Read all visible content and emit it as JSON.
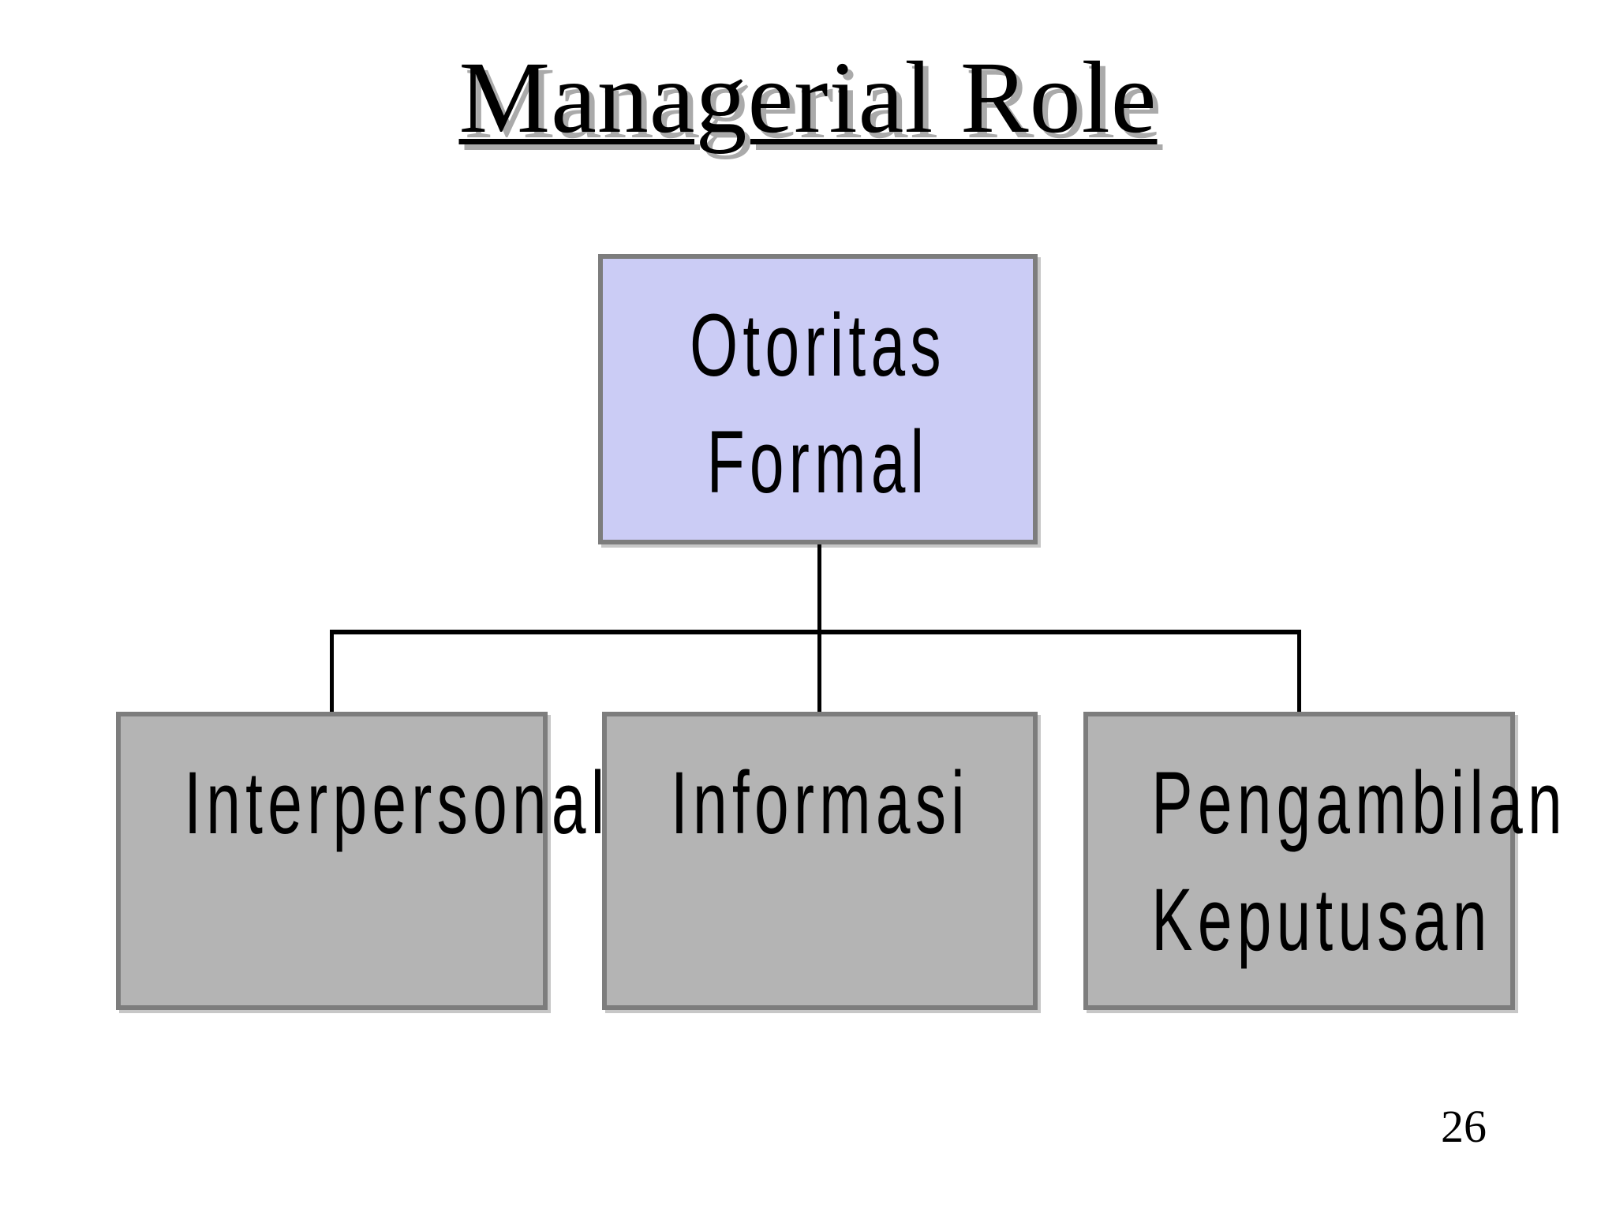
{
  "slide": {
    "title": "Managerial Role",
    "page_number": "26"
  },
  "diagram": {
    "root_box": {
      "lines": [
        "Otoritas",
        "Formal"
      ]
    },
    "child_boxes": [
      {
        "lines": [
          "Interpersonal"
        ]
      },
      {
        "lines": [
          "Informasi"
        ]
      },
      {
        "lines": [
          "Pengambilan",
          "Keputusan"
        ]
      }
    ]
  },
  "colors": {
    "root_box_fill": "#cbccf5",
    "child_box_fill": "#b4b4b4",
    "box_border": "#7d7d7d",
    "connector": "#000000",
    "title_shadow": "#aaaaaa"
  }
}
